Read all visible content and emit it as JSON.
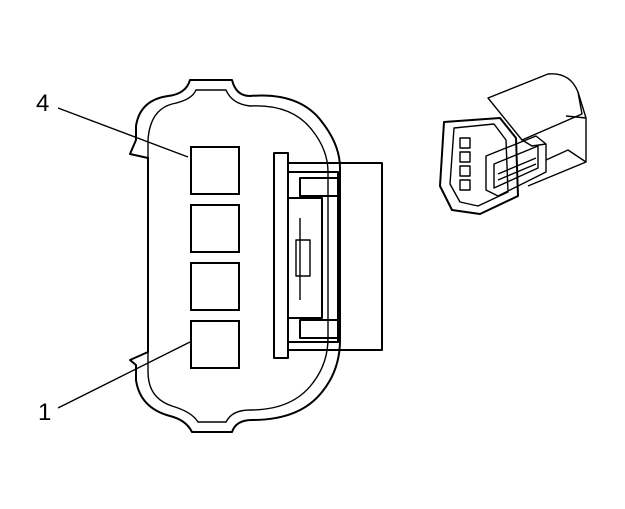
{
  "diagram": {
    "stroke_color": "#000000",
    "background_color": "#ffffff",
    "callouts": [
      {
        "label": "4",
        "pin": 4
      },
      {
        "label": "1",
        "pin": 1
      }
    ],
    "cavities": [
      {
        "pin": 4
      },
      {
        "pin": 3
      },
      {
        "pin": 2
      },
      {
        "pin": 1
      }
    ]
  }
}
